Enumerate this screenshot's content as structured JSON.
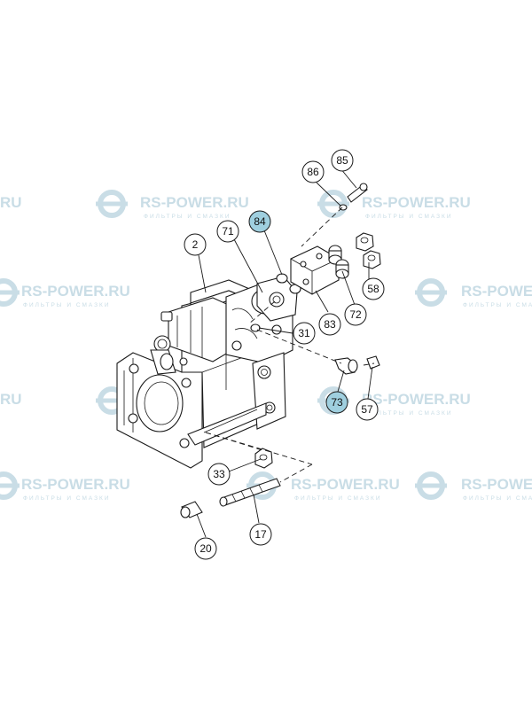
{
  "watermark": {
    "brand": "RS-POWER.RU",
    "tagline": "ФИЛЬТРЫ И СМАЗКИ",
    "partial_brand": "RS-POWER",
    "left_cut": "RU",
    "color": "#c9dde6"
  },
  "callouts": [
    {
      "label": "85",
      "highlight": false
    },
    {
      "label": "86",
      "highlight": false
    },
    {
      "label": "84",
      "highlight": true
    },
    {
      "label": "71",
      "highlight": false
    },
    {
      "label": "2",
      "highlight": false
    },
    {
      "label": "58",
      "highlight": false
    },
    {
      "label": "72",
      "highlight": false
    },
    {
      "label": "83",
      "highlight": false
    },
    {
      "label": "31",
      "highlight": false
    },
    {
      "label": "73",
      "highlight": true
    },
    {
      "label": "57",
      "highlight": false
    },
    {
      "label": "33",
      "highlight": false
    },
    {
      "label": "17",
      "highlight": false
    },
    {
      "label": "20",
      "highlight": false
    }
  ],
  "colors": {
    "highlight": "#9fcfdf",
    "line": "#1a1a1a"
  }
}
